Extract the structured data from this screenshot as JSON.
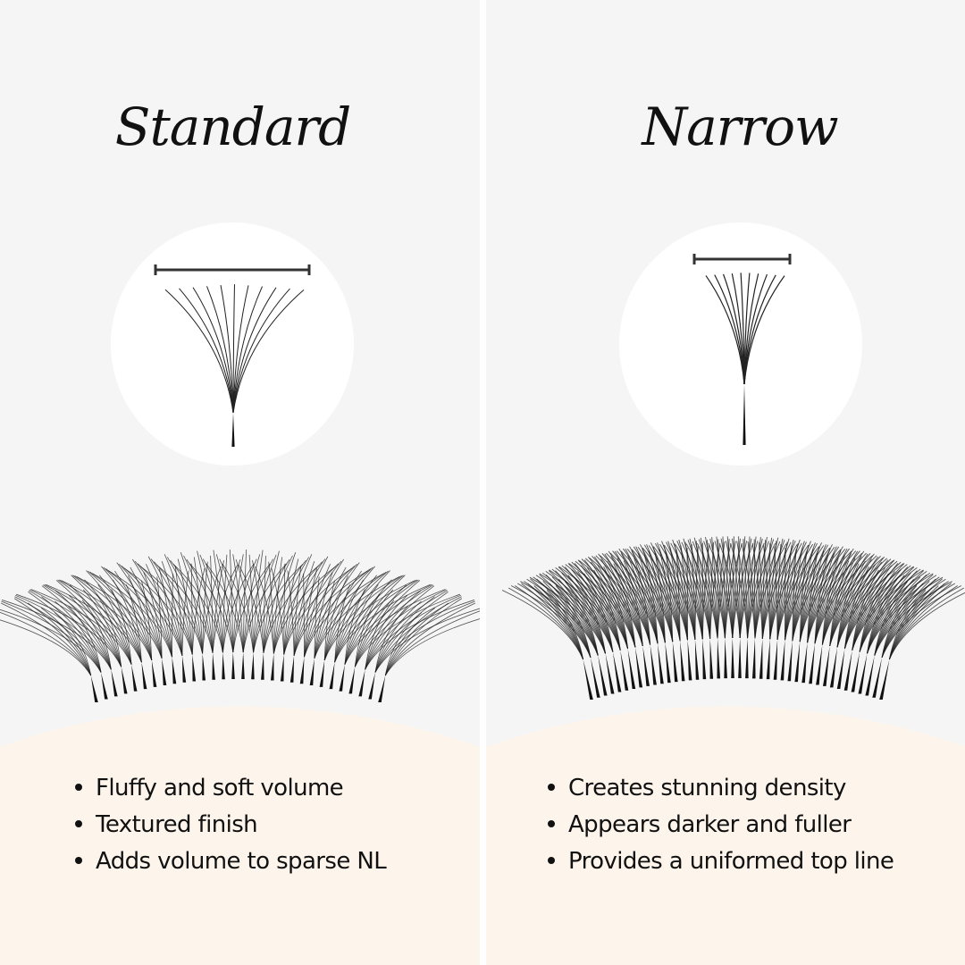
{
  "panels": [
    {
      "title": "Standard",
      "bullets": [
        "Fluffy and soft volume",
        "Textured finish",
        "Adds volume to sparse NL"
      ]
    },
    {
      "title": "Narrow",
      "bullets": [
        "Creates stunning density",
        "Appears darker and fuller",
        "Provides a uniformed top line"
      ]
    }
  ],
  "colors": {
    "background": "#f5f5f5",
    "peach": "#fdf5ec",
    "text": "#111111",
    "divider": "#ffffff"
  }
}
